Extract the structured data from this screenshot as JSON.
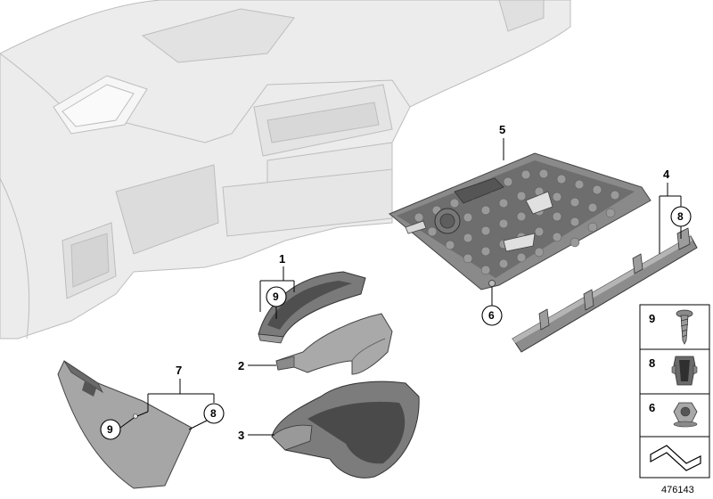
{
  "callouts": {
    "p1": "1",
    "p2": "2",
    "p3": "3",
    "p4": "4",
    "p5": "5",
    "p7": "7",
    "c9_trim": "9",
    "c6_plate": "6",
    "c8_rail": "8",
    "c9_panel": "9",
    "c8_panel": "8"
  },
  "legend": {
    "screw": "9",
    "clip": "8",
    "nut": "6"
  },
  "reference_number": "476143"
}
